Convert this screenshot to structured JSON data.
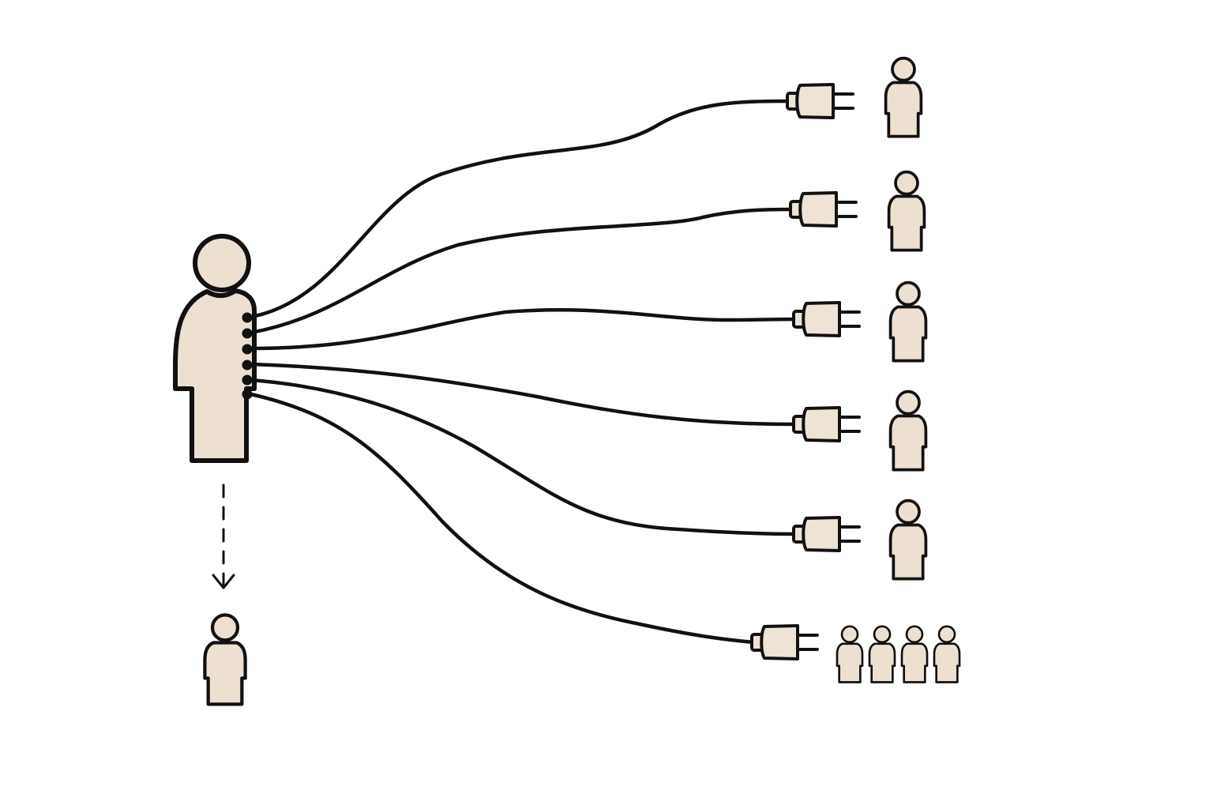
{
  "diagram": {
    "kind": "one-to-many connection illustration",
    "colors": {
      "figure_fill": "#ede0d1",
      "plug_fill": "#efe3d6",
      "ink": "#111111",
      "background": "#ffffff"
    },
    "icons": {
      "source": "person-icon",
      "connector": "plug-icon",
      "target": "person-icon",
      "arrow": "arrow-down-icon"
    },
    "source_person_count": 1,
    "socket_count": 6,
    "cable_count": 6,
    "single_target_count": 5,
    "group_target_size": 4,
    "successor_person_count": 1,
    "labels": []
  }
}
